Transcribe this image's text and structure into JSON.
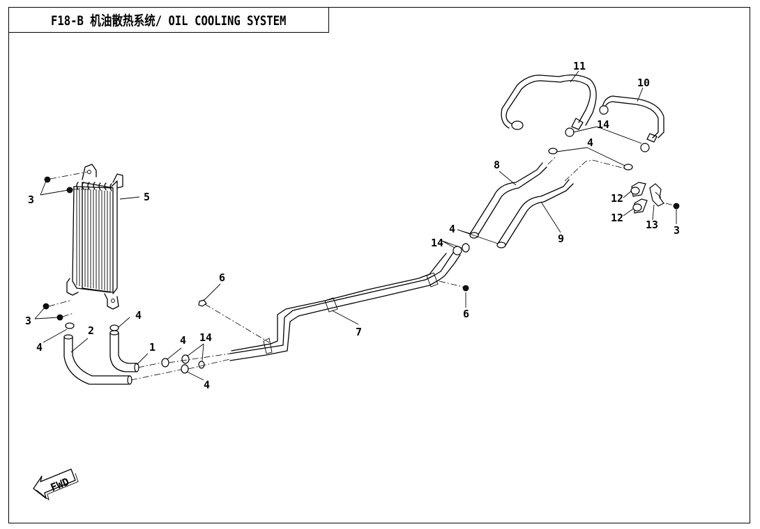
{
  "title": "F18-B 机油散热系统/ OIL COOLING SYSTEM",
  "callouts": {
    "c1": "1",
    "c2": "2",
    "c3a": "3",
    "c3b": "3",
    "c3c": "3",
    "c4a": "4",
    "c4b": "4",
    "c4c": "4",
    "c4d": "4",
    "c4e": "4",
    "c4f": "4",
    "c5": "5",
    "c6a": "6",
    "c6b": "6",
    "c7": "7",
    "c8": "8",
    "c9": "9",
    "c10": "10",
    "c11": "11",
    "c12a": "12",
    "c12b": "12",
    "c13": "13",
    "c14a": "14",
    "c14b": "14",
    "c14c": "14"
  },
  "fwd_label": "FWD"
}
